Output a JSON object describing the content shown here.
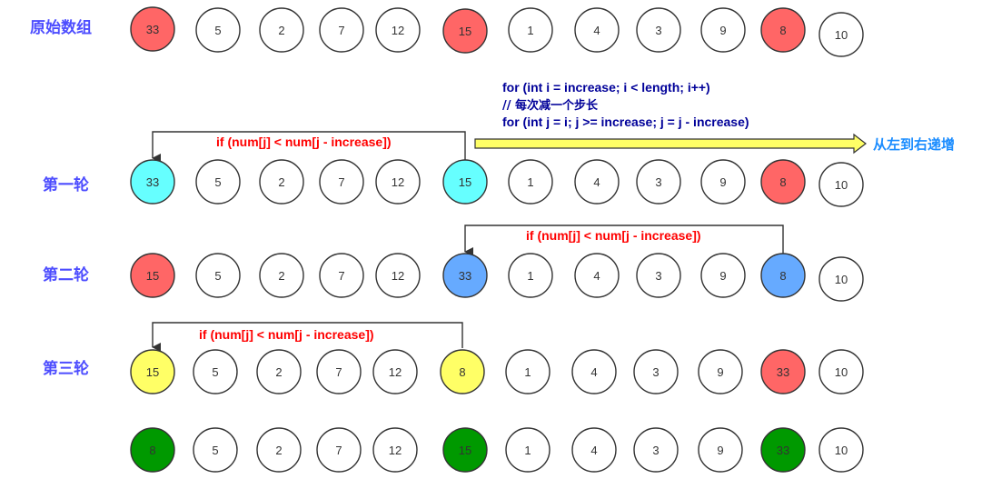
{
  "rows": [
    {
      "label": "原始数组",
      "nodes": [
        {
          "value": "33",
          "color": "#ff6666"
        },
        {
          "value": "5",
          "color": "#ffffff"
        },
        {
          "value": "2",
          "color": "#ffffff"
        },
        {
          "value": "7",
          "color": "#ffffff"
        },
        {
          "value": "12",
          "color": "#ffffff"
        },
        {
          "value": "15",
          "color": "#ff6666"
        },
        {
          "value": "1",
          "color": "#ffffff"
        },
        {
          "value": "4",
          "color": "#ffffff"
        },
        {
          "value": "3",
          "color": "#ffffff"
        },
        {
          "value": "9",
          "color": "#ffffff"
        },
        {
          "value": "8",
          "color": "#ff6666"
        },
        {
          "value": "10",
          "color": "#ffffff"
        }
      ]
    },
    {
      "label": "第一轮",
      "nodes": [
        {
          "value": "33",
          "color": "#66ffff"
        },
        {
          "value": "5",
          "color": "#ffffff"
        },
        {
          "value": "2",
          "color": "#ffffff"
        },
        {
          "value": "7",
          "color": "#ffffff"
        },
        {
          "value": "12",
          "color": "#ffffff"
        },
        {
          "value": "15",
          "color": "#66ffff"
        },
        {
          "value": "1",
          "color": "#ffffff"
        },
        {
          "value": "4",
          "color": "#ffffff"
        },
        {
          "value": "3",
          "color": "#ffffff"
        },
        {
          "value": "9",
          "color": "#ffffff"
        },
        {
          "value": "8",
          "color": "#ff6666"
        },
        {
          "value": "10",
          "color": "#ffffff"
        }
      ]
    },
    {
      "label": "第二轮",
      "nodes": [
        {
          "value": "15",
          "color": "#ff6666"
        },
        {
          "value": "5",
          "color": "#ffffff"
        },
        {
          "value": "2",
          "color": "#ffffff"
        },
        {
          "value": "7",
          "color": "#ffffff"
        },
        {
          "value": "12",
          "color": "#ffffff"
        },
        {
          "value": "33",
          "color": "#66aaff"
        },
        {
          "value": "1",
          "color": "#ffffff"
        },
        {
          "value": "4",
          "color": "#ffffff"
        },
        {
          "value": "3",
          "color": "#ffffff"
        },
        {
          "value": "9",
          "color": "#ffffff"
        },
        {
          "value": "8",
          "color": "#66aaff"
        },
        {
          "value": "10",
          "color": "#ffffff"
        }
      ]
    },
    {
      "label": "第三轮",
      "nodes": [
        {
          "value": "15",
          "color": "#ffff66"
        },
        {
          "value": "5",
          "color": "#ffffff"
        },
        {
          "value": "2",
          "color": "#ffffff"
        },
        {
          "value": "7",
          "color": "#ffffff"
        },
        {
          "value": "12",
          "color": "#ffffff"
        },
        {
          "value": "8",
          "color": "#ffff66"
        },
        {
          "value": "1",
          "color": "#ffffff"
        },
        {
          "value": "4",
          "color": "#ffffff"
        },
        {
          "value": "3",
          "color": "#ffffff"
        },
        {
          "value": "9",
          "color": "#ffffff"
        },
        {
          "value": "33",
          "color": "#ff6666"
        },
        {
          "value": "10",
          "color": "#ffffff"
        }
      ]
    },
    {
      "label": "",
      "nodes": [
        {
          "value": "8",
          "color": "#009900"
        },
        {
          "value": "5",
          "color": "#ffffff"
        },
        {
          "value": "2",
          "color": "#ffffff"
        },
        {
          "value": "7",
          "color": "#ffffff"
        },
        {
          "value": "12",
          "color": "#ffffff"
        },
        {
          "value": "15",
          "color": "#009900"
        },
        {
          "value": "1",
          "color": "#ffffff"
        },
        {
          "value": "4",
          "color": "#ffffff"
        },
        {
          "value": "3",
          "color": "#ffffff"
        },
        {
          "value": "9",
          "color": "#ffffff"
        },
        {
          "value": "33",
          "color": "#009900"
        },
        {
          "value": "10",
          "color": "#ffffff"
        }
      ]
    }
  ],
  "conditions": {
    "round1": "if (num[j]  < num[j - increase])",
    "round2": "if (num[j]  < num[j - increase])",
    "round3": "if (num[j]  < num[j - increase])"
  },
  "code": {
    "line1": "for (int i = increase; i < length; i++)",
    "line2": "// 每次减一个步长",
    "line3": "for (int j = i; j >= increase; j = j - increase)"
  },
  "direction_label": "从左到右递增",
  "colors": {
    "stroke": "#333333",
    "arrow_fill": "#ffff66"
  }
}
